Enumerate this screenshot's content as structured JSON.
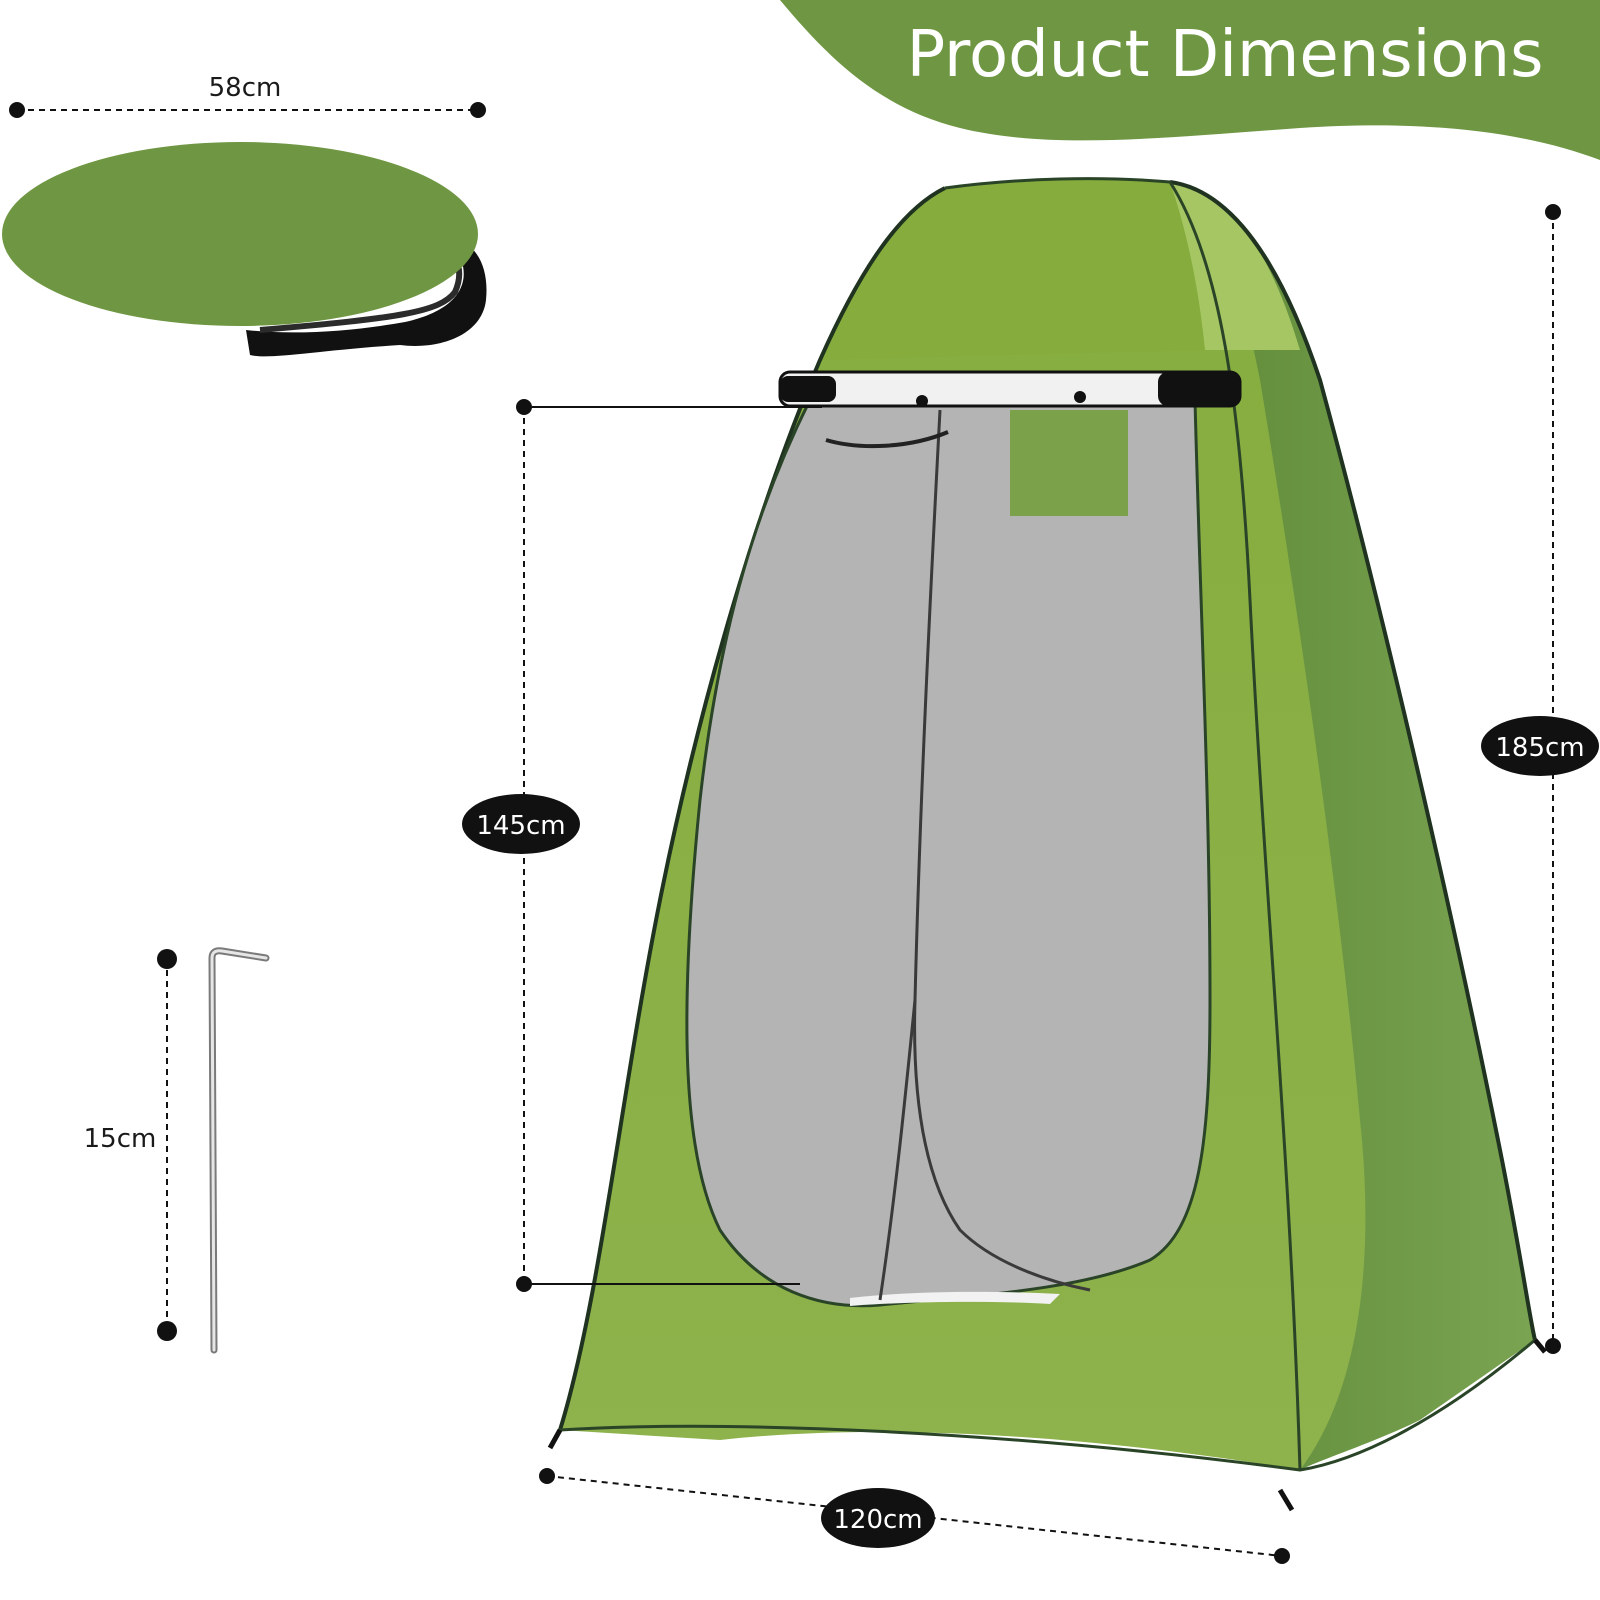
{
  "header": {
    "title": "Product Dimensions"
  },
  "colors": {
    "brand_green": "#6f9743",
    "tent_light": "#8fb54a",
    "tent_dark": "#6d9640",
    "mesh_gray": "#b4b4b4",
    "pill_black": "#111111"
  },
  "dimensions": {
    "bag_diameter": "58cm",
    "door_height": "145cm",
    "tent_height": "185cm",
    "peg_length": "15cm",
    "base_width": "120cm"
  },
  "icons": {
    "carry_bag": "carry-bag-icon",
    "ground_peg": "ground-peg-icon",
    "tent": "pop-up-tent-icon"
  }
}
